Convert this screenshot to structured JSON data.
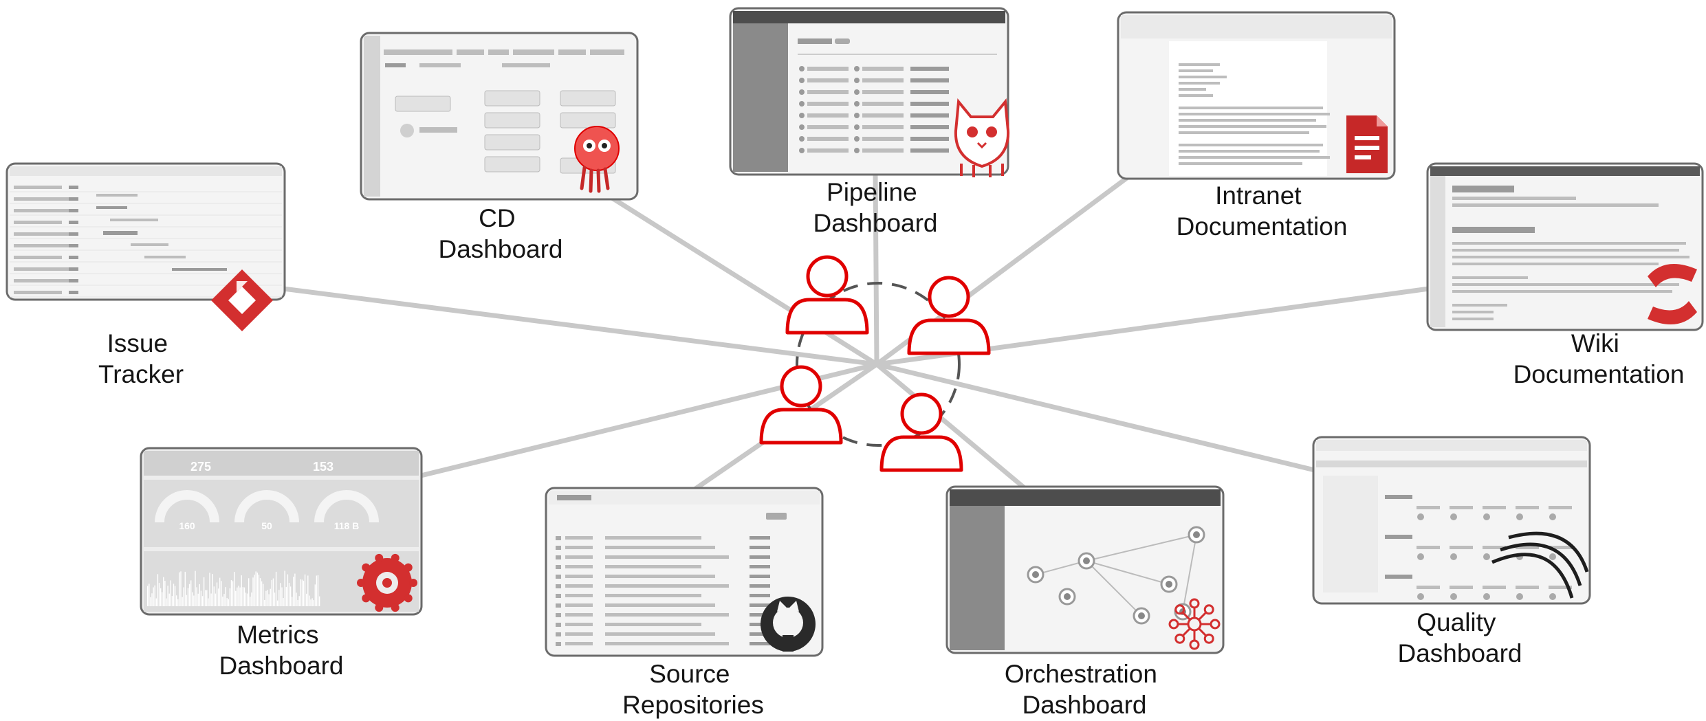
{
  "colors": {
    "accent_red": "#e00000",
    "connector_gray": "#c8c8c8",
    "frame_gray": "#6b6b6b",
    "screen_fill": "#f4f4f4",
    "label_color": "#151515"
  },
  "center": {
    "icon": "team-users-icon",
    "people_count": 4
  },
  "tools": [
    {
      "id": "issue-tracker",
      "lines": [
        "Issue",
        "Tracker"
      ],
      "brand_icon": "jira-logo-icon",
      "screen": "gantt-table"
    },
    {
      "id": "cd-dashboard",
      "lines": [
        "CD",
        "Dashboard"
      ],
      "brand_icon": "argo-octopus-icon",
      "screen": "deployment-graph"
    },
    {
      "id": "pipeline-dashboard",
      "lines": [
        "Pipeline",
        "Dashboard"
      ],
      "brand_icon": "tekton-cat-icon",
      "screen": "pipeline-list"
    },
    {
      "id": "intranet-documentation",
      "lines": [
        "Intranet",
        "Documentation"
      ],
      "brand_icon": "google-docs-icon",
      "screen": "document"
    },
    {
      "id": "wiki-documentation",
      "lines": [
        "Wiki",
        "Documentation"
      ],
      "brand_icon": "confluence-logo-icon",
      "screen": "wiki-page"
    },
    {
      "id": "quality-dashboard",
      "lines": [
        "Quality",
        "Dashboard"
      ],
      "brand_icon": "sonarqube-waves-icon",
      "screen": "quality-metrics"
    },
    {
      "id": "orchestration-dashboard",
      "lines": [
        "Orchestration",
        "Dashboard"
      ],
      "brand_icon": "orchestration-graph-icon",
      "screen": "topology-graph"
    },
    {
      "id": "source-repositories",
      "lines": [
        "Source",
        "Repositories"
      ],
      "brand_icon": "github-octocat-icon",
      "screen": "repo-file-list"
    },
    {
      "id": "metrics-dashboard",
      "lines": [
        "Metrics",
        "Dashboard"
      ],
      "brand_icon": "grafana-logo-icon",
      "screen": "gauges"
    }
  ],
  "screen_text": {
    "metrics_big_numbers": [
      "275",
      "153"
    ],
    "metrics_gauge_values": [
      "160",
      "50",
      "118 B"
    ]
  }
}
